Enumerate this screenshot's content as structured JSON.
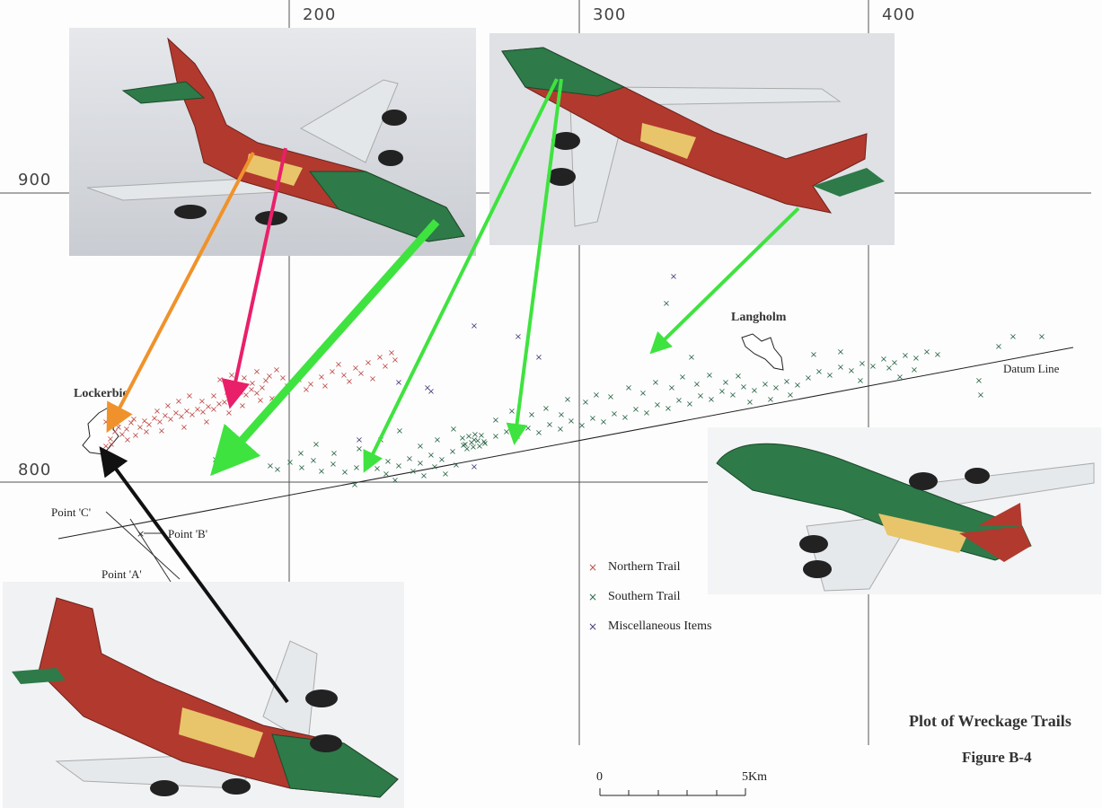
{
  "grid": {
    "x_labels": [
      "200",
      "300",
      "400"
    ],
    "y_labels": [
      "900",
      "800"
    ]
  },
  "places": {
    "lockerbie": "Lockerbie",
    "langholm": "Langholm"
  },
  "datum_line_label": "Datum Line",
  "points": {
    "c": "Point 'C'",
    "b": "Point 'B'",
    "a": "Point 'A'"
  },
  "legend": [
    {
      "label": "Northern Trail",
      "color": "#c0504d"
    },
    {
      "label": "Southern Trail",
      "color": "#2f6a4a"
    },
    {
      "label": "Miscellaneous Items",
      "color": "#4a3f7a"
    }
  ],
  "title": "Plot of Wreckage Trails",
  "subtitle": "Figure B-4",
  "scale": {
    "start": "0",
    "end": "5Km"
  },
  "arrow_colors": {
    "orange": "#f0922b",
    "pink": "#ea1f6a",
    "green": "#3fe33f",
    "black": "#111111"
  },
  "aircraft_livery": {
    "red": "#b2392e",
    "green": "#2e7a49",
    "yellow": "#e8c56a",
    "white": "#e8ebee"
  },
  "wreckage": {
    "northern": [
      [
        118,
        497
      ],
      [
        123,
        489
      ],
      [
        128,
        481
      ],
      [
        132,
        476
      ],
      [
        136,
        484
      ],
      [
        141,
        478
      ],
      [
        146,
        471
      ],
      [
        151,
        485
      ],
      [
        156,
        476
      ],
      [
        161,
        469
      ],
      [
        166,
        473
      ],
      [
        172,
        466
      ],
      [
        178,
        470
      ],
      [
        184,
        463
      ],
      [
        190,
        467
      ],
      [
        196,
        460
      ],
      [
        202,
        464
      ],
      [
        208,
        458
      ],
      [
        214,
        462
      ],
      [
        220,
        456
      ],
      [
        226,
        459
      ],
      [
        232,
        453
      ],
      [
        238,
        456
      ],
      [
        244,
        450
      ],
      [
        250,
        448
      ],
      [
        256,
        445
      ],
      [
        262,
        441
      ],
      [
        268,
        437
      ],
      [
        274,
        440
      ],
      [
        280,
        434
      ],
      [
        286,
        438
      ],
      [
        292,
        432
      ],
      [
        245,
        423
      ],
      [
        258,
        418
      ],
      [
        272,
        421
      ],
      [
        286,
        414
      ],
      [
        300,
        419
      ],
      [
        238,
        441
      ],
      [
        253,
        437
      ],
      [
        267,
        432
      ],
      [
        281,
        427
      ],
      [
        296,
        424
      ],
      [
        308,
        412
      ],
      [
        320,
        430
      ],
      [
        333,
        423
      ],
      [
        346,
        428
      ],
      [
        358,
        420
      ],
      [
        370,
        414
      ],
      [
        383,
        418
      ],
      [
        396,
        410
      ],
      [
        410,
        404
      ],
      [
        423,
        398
      ],
      [
        436,
        393
      ],
      [
        124,
        495
      ],
      [
        131,
        472
      ],
      [
        142,
        490
      ],
      [
        149,
        467
      ],
      [
        163,
        481
      ],
      [
        175,
        458
      ],
      [
        187,
        452
      ],
      [
        199,
        447
      ],
      [
        211,
        441
      ],
      [
        225,
        447
      ],
      [
        303,
        444
      ],
      [
        315,
        421
      ],
      [
        341,
        434
      ],
      [
        362,
        430
      ],
      [
        377,
        406
      ],
      [
        389,
        425
      ],
      [
        402,
        416
      ],
      [
        415,
        422
      ],
      [
        429,
        408
      ],
      [
        440,
        401
      ],
      [
        118,
        470
      ],
      [
        126,
        462
      ],
      [
        180,
        480
      ],
      [
        205,
        476
      ],
      [
        230,
        470
      ],
      [
        255,
        460
      ],
      [
        270,
        452
      ],
      [
        290,
        446
      ]
    ],
    "southern": [
      [
        240,
        512
      ],
      [
        246,
        514
      ],
      [
        301,
        519
      ],
      [
        309,
        523
      ],
      [
        323,
        515
      ],
      [
        336,
        521
      ],
      [
        349,
        513
      ],
      [
        358,
        525
      ],
      [
        371,
        517
      ],
      [
        384,
        526
      ],
      [
        397,
        521
      ],
      [
        409,
        515
      ],
      [
        420,
        522
      ],
      [
        432,
        514
      ],
      [
        444,
        519
      ],
      [
        456,
        511
      ],
      [
        468,
        516
      ],
      [
        480,
        507
      ],
      [
        492,
        512
      ],
      [
        504,
        503
      ],
      [
        516,
        496
      ],
      [
        528,
        490
      ],
      [
        540,
        494
      ],
      [
        552,
        486
      ],
      [
        564,
        481
      ],
      [
        576,
        486
      ],
      [
        588,
        477
      ],
      [
        600,
        482
      ],
      [
        612,
        473
      ],
      [
        624,
        478
      ],
      [
        636,
        469
      ],
      [
        648,
        474
      ],
      [
        660,
        466
      ],
      [
        672,
        470
      ],
      [
        684,
        461
      ],
      [
        696,
        465
      ],
      [
        708,
        456
      ],
      [
        720,
        460
      ],
      [
        732,
        451
      ],
      [
        744,
        455
      ],
      [
        756,
        446
      ],
      [
        768,
        450
      ],
      [
        780,
        441
      ],
      [
        792,
        445
      ],
      [
        804,
        436
      ],
      [
        816,
        440
      ],
      [
        828,
        431
      ],
      [
        840,
        435
      ],
      [
        852,
        428
      ],
      [
        864,
        432
      ],
      [
        876,
        425
      ],
      [
        888,
        429
      ],
      [
        900,
        421
      ],
      [
        912,
        414
      ],
      [
        924,
        418
      ],
      [
        936,
        409
      ],
      [
        948,
        413
      ],
      [
        960,
        405
      ],
      [
        972,
        408
      ],
      [
        984,
        400
      ],
      [
        996,
        404
      ],
      [
        1008,
        396
      ],
      [
        1020,
        399
      ],
      [
        1032,
        392
      ],
      [
        1044,
        395
      ],
      [
        1090,
        424
      ],
      [
        1092,
        440
      ],
      [
        1112,
        386
      ],
      [
        1128,
        375
      ],
      [
        1160,
        375
      ],
      [
        515,
        488
      ],
      [
        522,
        486
      ],
      [
        529,
        484
      ],
      [
        536,
        485
      ],
      [
        518,
        495
      ],
      [
        525,
        493
      ],
      [
        532,
        491
      ],
      [
        539,
        492
      ],
      [
        520,
        500
      ],
      [
        527,
        498
      ],
      [
        534,
        497
      ],
      [
        460,
        525
      ],
      [
        472,
        530
      ],
      [
        484,
        520
      ],
      [
        496,
        528
      ],
      [
        508,
        518
      ],
      [
        430,
        528
      ],
      [
        440,
        535
      ],
      [
        395,
        540
      ],
      [
        400,
        500
      ],
      [
        335,
        505
      ],
      [
        352,
        495
      ],
      [
        372,
        505
      ],
      [
        424,
        490
      ],
      [
        445,
        480
      ],
      [
        468,
        497
      ],
      [
        487,
        490
      ],
      [
        505,
        478
      ],
      [
        552,
        468
      ],
      [
        570,
        458
      ],
      [
        592,
        462
      ],
      [
        608,
        455
      ],
      [
        625,
        462
      ],
      [
        632,
        445
      ],
      [
        652,
        448
      ],
      [
        664,
        440
      ],
      [
        680,
        442
      ],
      [
        700,
        432
      ],
      [
        716,
        438
      ],
      [
        730,
        426
      ],
      [
        748,
        432
      ],
      [
        760,
        420
      ],
      [
        776,
        428
      ],
      [
        790,
        418
      ],
      [
        808,
        426
      ],
      [
        822,
        419
      ],
      [
        835,
        448
      ],
      [
        858,
        445
      ],
      [
        880,
        440
      ],
      [
        906,
        395
      ],
      [
        936,
        392
      ],
      [
        958,
        424
      ],
      [
        990,
        410
      ],
      [
        1002,
        420
      ],
      [
        1018,
        412
      ],
      [
        770,
        398
      ],
      [
        742,
        338
      ]
    ],
    "misc": [
      [
        528,
        363
      ],
      [
        577,
        375
      ],
      [
        600,
        398
      ],
      [
        476,
        432
      ],
      [
        480,
        436
      ],
      [
        750,
        308
      ],
      [
        400,
        490
      ],
      [
        444,
        426
      ],
      [
        528,
        520
      ]
    ]
  }
}
